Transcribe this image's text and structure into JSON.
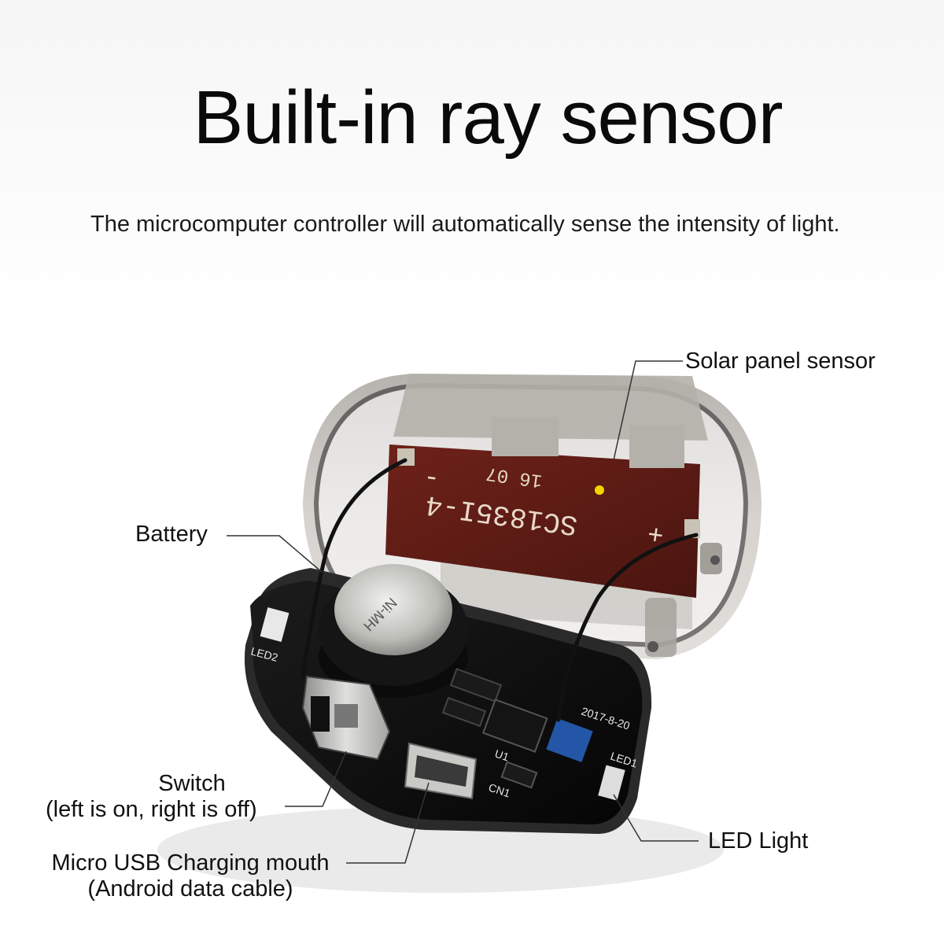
{
  "heading": {
    "title": "Built-in ray sensor",
    "subtitle": "The microcomputer controller will automatically sense the intensity of light."
  },
  "board_markings": {
    "panel_code": "SC1835I-4",
    "panel_date": "16 07",
    "panel_minus": "-",
    "panel_plus": "+",
    "led2": "LED2",
    "led1": "LED1",
    "u1": "U1",
    "cn1": "CN1",
    "board_date": "2017-8-20",
    "battery_text": "Ni-MH"
  },
  "labels": {
    "solar_panel": "Solar panel sensor",
    "battery": "Battery",
    "switch_line1": "Switch",
    "switch_line2": "(left is on, right is off)",
    "usb_line1": "Micro USB Charging mouth",
    "usb_line2": "(Android data cable)",
    "led": "LED Light"
  },
  "colors": {
    "board": "#111111",
    "panel": "#5b1a14",
    "housing": "#b9b5b0",
    "indicator": "#f2d400"
  }
}
